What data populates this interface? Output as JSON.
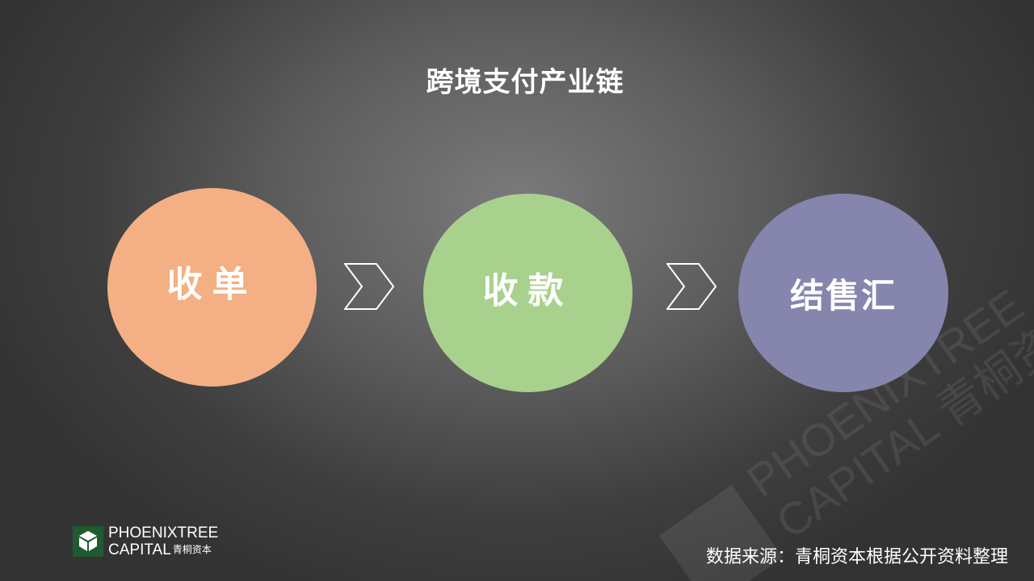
{
  "slide": {
    "title": "跨境支付产业链",
    "steps": [
      {
        "label": "收单",
        "color": "#f4b084"
      },
      {
        "label": "收款",
        "color": "#a9d18e"
      },
      {
        "label": "结售汇",
        "color": "#8585ad"
      }
    ],
    "source_note": "数据来源：青桐资本根据公开资料整理"
  },
  "logo": {
    "line1": "PHOENIXTREE",
    "line2": "CAPITAL",
    "line2_cn": "青桐资本",
    "mark_color": "#1f5b2f"
  },
  "watermark": {
    "line1": "PHOENIXTREE",
    "line2": "CAPITAL 青桐资本"
  },
  "icons": {
    "arrow": "chevron-right-icon",
    "logo": "phoenixtree-logo-icon"
  }
}
